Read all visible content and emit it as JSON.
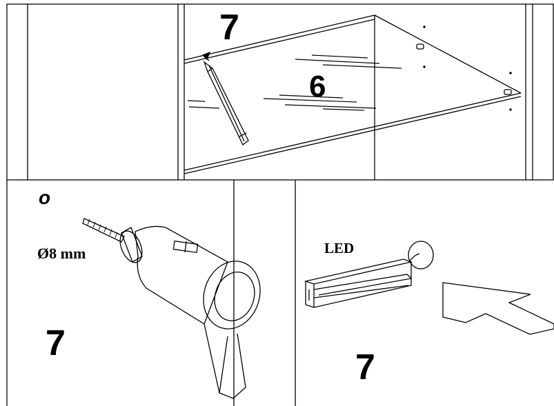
{
  "panels": {
    "top": {
      "step_number": "7",
      "shelf_number": "6"
    },
    "bottom_left": {
      "corner_mark": "o",
      "drill_size": "Ø8 mm",
      "step_number": "7"
    },
    "bottom_right": {
      "led_label": "LED",
      "step_number": "7"
    }
  },
  "colors": {
    "ink": "#000000",
    "paper": "#ffffff"
  }
}
